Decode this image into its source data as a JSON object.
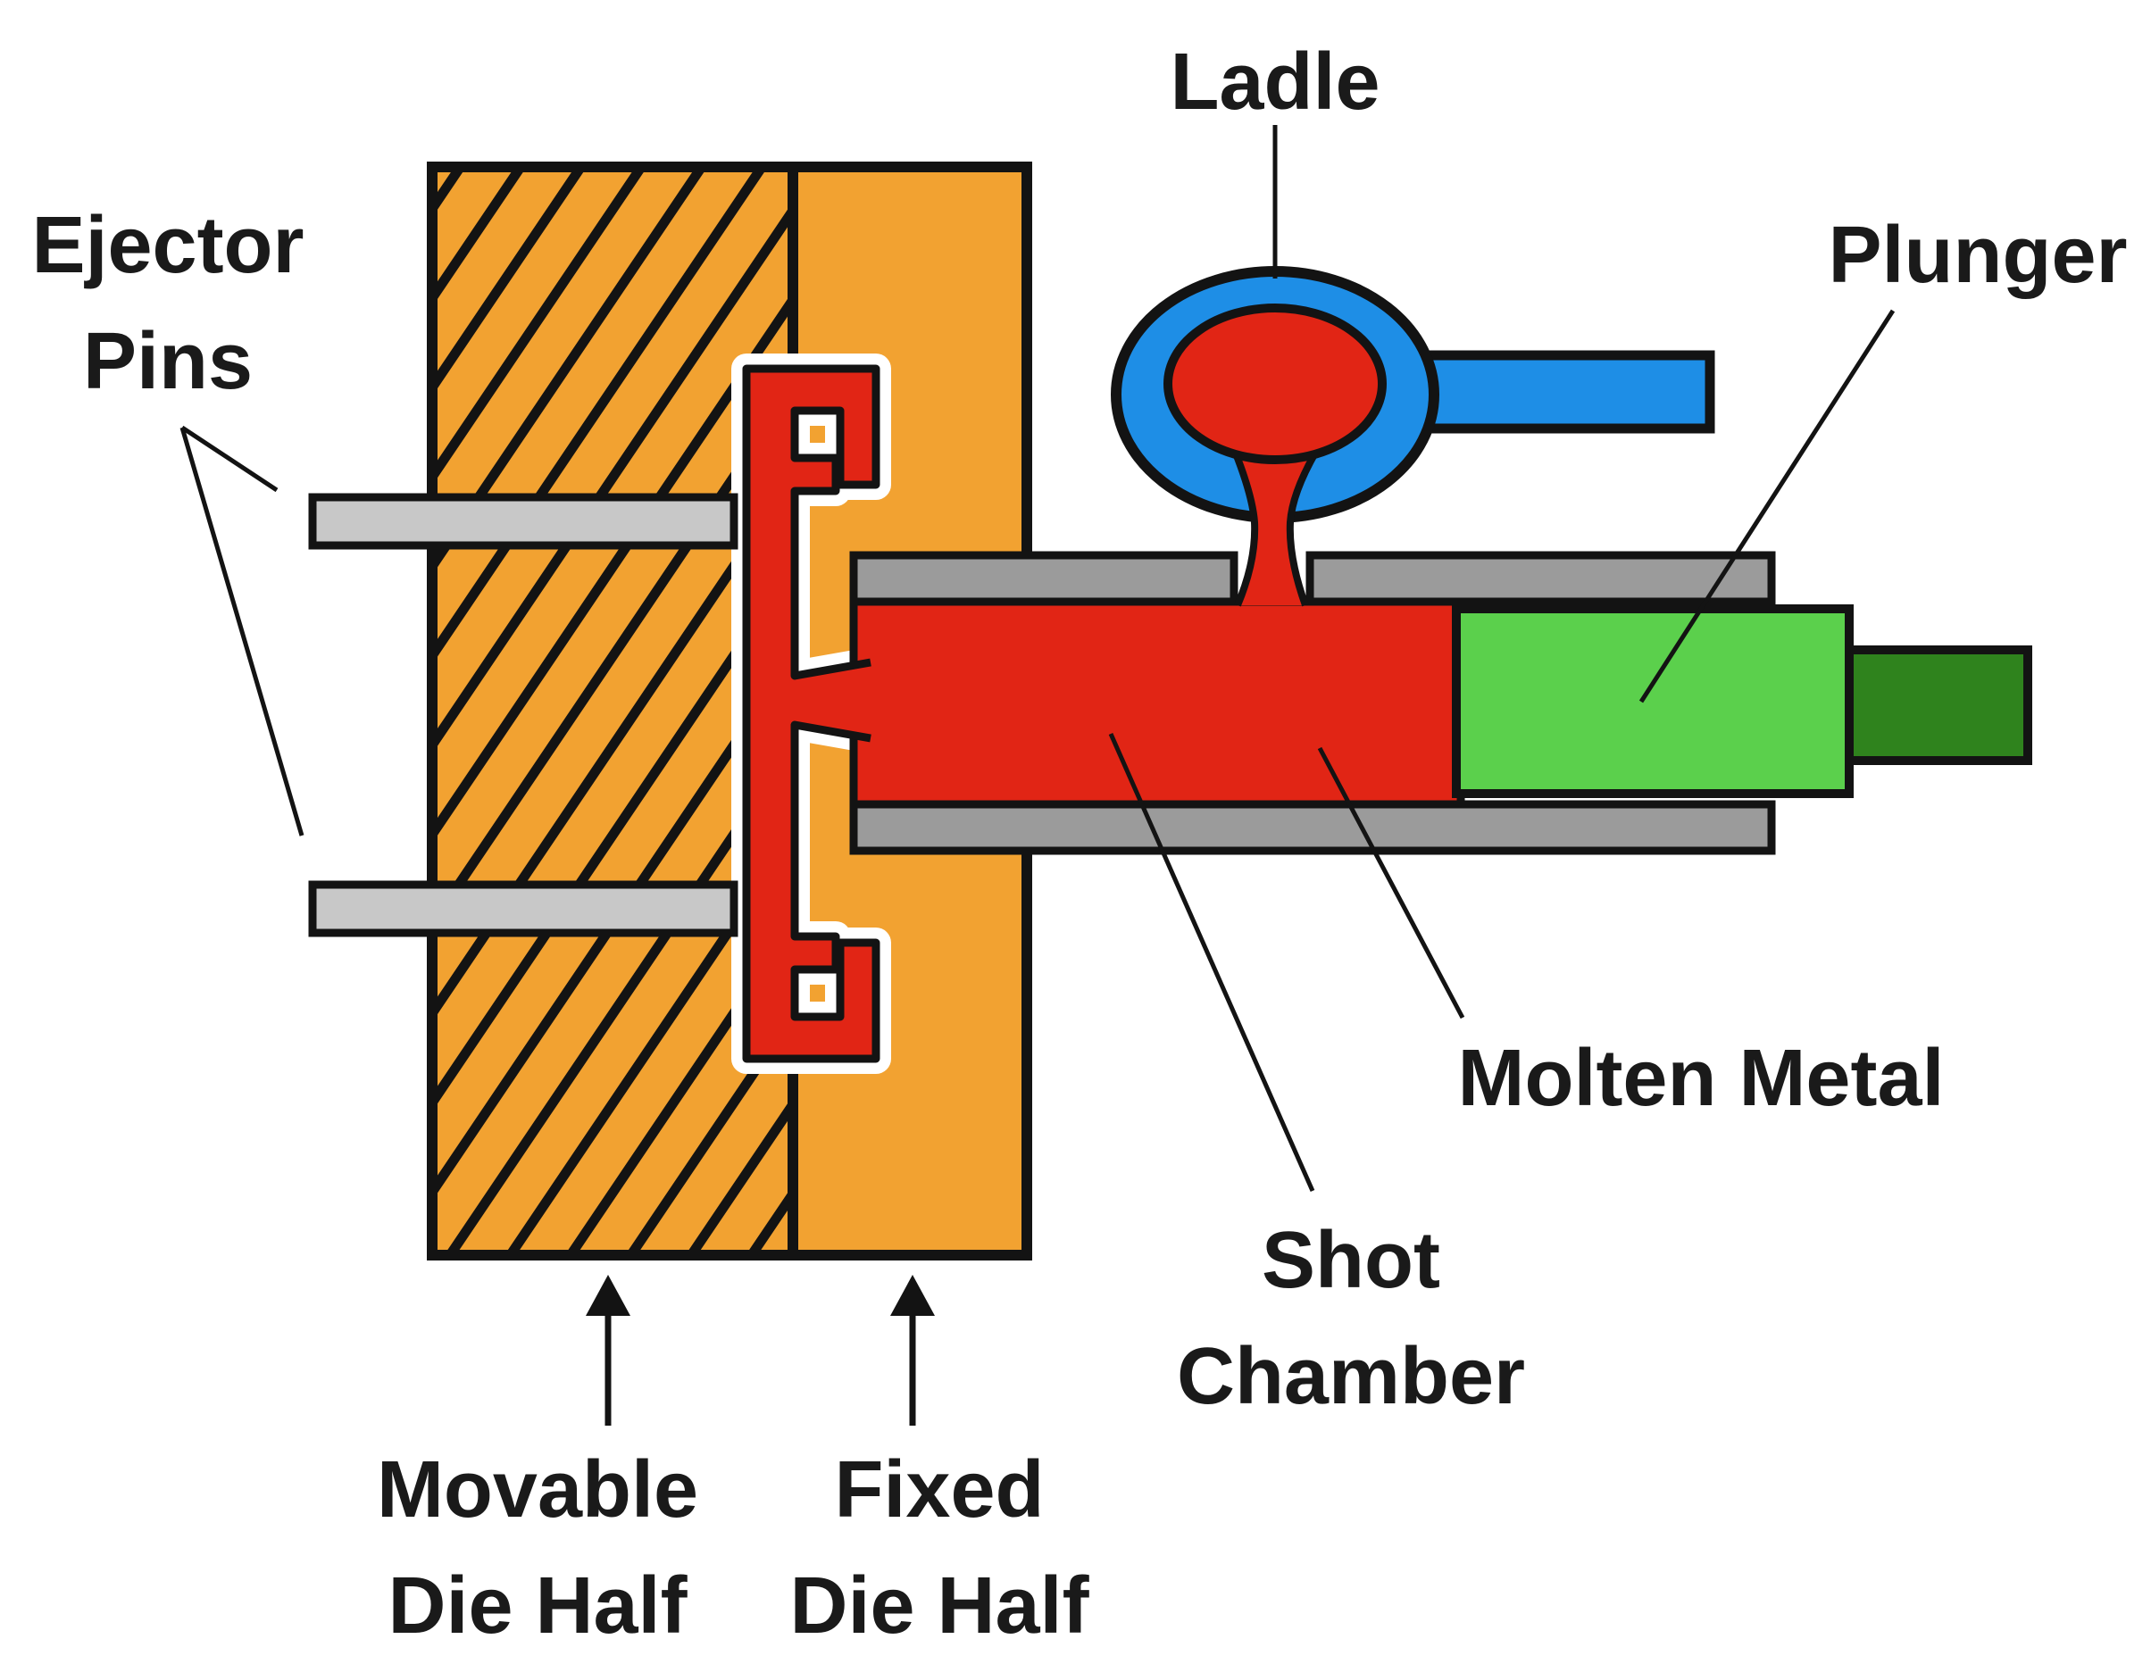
{
  "colors": {
    "background": "#FFFFFF",
    "die_orange": "#F2A231",
    "hatch_line": "#131313",
    "molten_red": "#E12515",
    "cavity_white": "#FFFFFF",
    "pin_gray": "#C8C8C8",
    "chamber_gray": "#9B9B9B",
    "ladle_blue": "#1E8EE6",
    "plunger_green": "#5BD04C",
    "rod_green": "#2F831D",
    "outline": "#131313"
  },
  "labels": {
    "ladle": "Ladle",
    "plunger": "Plunger",
    "ejector_pins": [
      "Ejector",
      "Pins"
    ],
    "molten_metal": "Molten Metal",
    "shot_chamber": [
      "Shot",
      "Chamber"
    ],
    "movable_die_half": [
      "Movable",
      "Die Half"
    ],
    "fixed_die_half": [
      "Fixed",
      "Die Half"
    ]
  }
}
